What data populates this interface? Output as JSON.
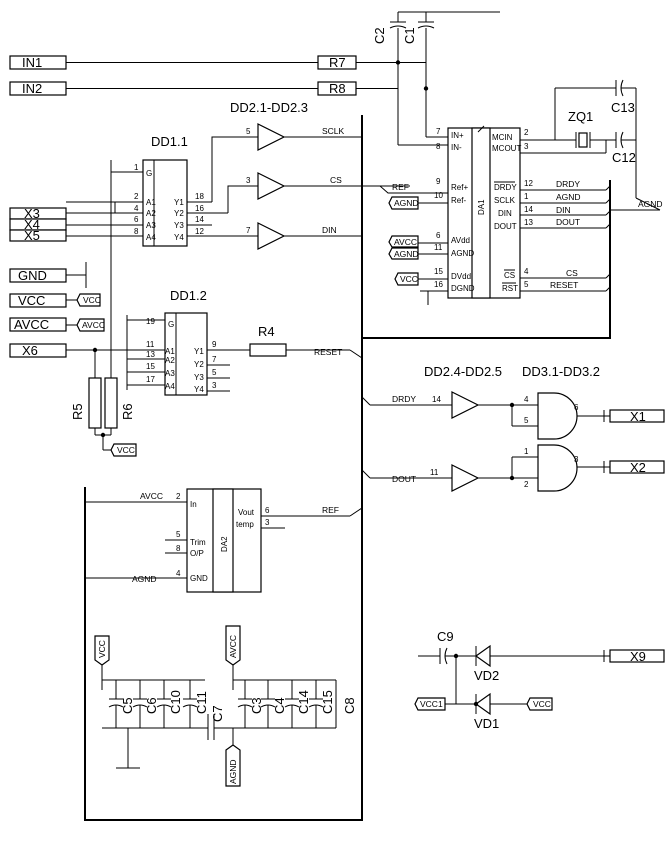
{
  "inputs": {
    "in1": "IN1",
    "in2": "IN2",
    "x3": "X3",
    "x4": "X4",
    "x5": "X5",
    "gnd": "GND",
    "vcc": "VCC",
    "avcc": "AVCC",
    "x6": "X6"
  },
  "outputs": {
    "x1": "X1",
    "x2": "X2",
    "x9": "X9"
  },
  "resistors": {
    "r4": "R4",
    "r5": "R5",
    "r6": "R6",
    "r7": "R7",
    "r8": "R8"
  },
  "caps": {
    "c1": "C1",
    "c2": "C2",
    "c3": "C3",
    "c4": "C4",
    "c5": "C5",
    "c6": "C6",
    "c7": "C7",
    "c8": "C8",
    "c9": "C9",
    "c10": "C10",
    "c11": "C11",
    "c12": "C12",
    "c13": "C13",
    "c14": "C14",
    "c15": "C15"
  },
  "crystal": "ZQ1",
  "diodes": {
    "vd1": "VD1",
    "vd2": "VD2"
  },
  "blocks": {
    "dd11": "DD1.1",
    "dd12": "DD1.2",
    "dd21": "DD2.1-DD2.3",
    "dd24": "DD2.4-DD2.5",
    "dd31": "DD3.1-DD3.2",
    "da1": "DA1",
    "da2": "DA2"
  },
  "dd11": {
    "g": "G",
    "a1": "A1",
    "a2": "A2",
    "a3": "A3",
    "a4": "A4",
    "y1": "Y1",
    "y2": "Y2",
    "y3": "Y3",
    "y4": "Y4",
    "p1": "1",
    "p2": "2",
    "p4": "4",
    "p6": "6",
    "p8": "8",
    "p18": "18",
    "p16": "16",
    "p14": "14",
    "p12": "12"
  },
  "dd12": {
    "g": "G",
    "a1": "A1",
    "a2": "A2",
    "a3": "A3",
    "a4": "A4",
    "y1": "Y1",
    "y2": "Y2",
    "y3": "Y3",
    "y4": "Y4",
    "p19": "19",
    "p11": "11",
    "p13": "13",
    "p15": "15",
    "p17": "17",
    "p9": "9",
    "p7": "7",
    "p5": "5",
    "p3": "3"
  },
  "buf_pins": {
    "p5": "5",
    "p3": "3",
    "p7": "7",
    "p14": "14",
    "p11": "11"
  },
  "gate_pins": {
    "p4": "4",
    "p5": "5",
    "p6": "6",
    "p1": "1",
    "p2": "2",
    "p3": "3"
  },
  "da1": {
    "inp": "IN+",
    "inm": "IN-",
    "refp": "Ref+",
    "refm": "Ref-",
    "avdd": "AVdd",
    "agnd": "AGND",
    "dvdd": "DVdd",
    "dgnd": "DGND",
    "mcin": "MCIN",
    "mcout": "MCOUT",
    "drdy": "DRDY",
    "sclk": "SCLK",
    "din": "DIN",
    "dout": "DOUT",
    "cs": "CS",
    "rst": "RST",
    "p7": "7",
    "p8": "8",
    "p9": "9",
    "p10": "10",
    "p6": "6",
    "p11": "11",
    "p15": "15",
    "p16": "16",
    "p2": "2",
    "p3": "3",
    "p12": "12",
    "p1": "1",
    "p14": "14",
    "p13": "13",
    "p4": "4",
    "p5": "5"
  },
  "da2": {
    "in": "In",
    "trim": "Trim",
    "op": "O/P",
    "gnd": "GND",
    "vout": "Vout",
    "temp": "temp",
    "p2": "2",
    "p5": "5",
    "p8": "8",
    "p4": "4",
    "p6": "6",
    "p3": "3"
  },
  "nets": {
    "sclk": "SCLK",
    "cs": "CS",
    "din": "DIN",
    "reset": "RESET",
    "ref": "REF",
    "agnd": "AGND",
    "avcc": "AVCC",
    "vcc": "VCC",
    "drdy": "DRDY",
    "dout": "DOUT",
    "vcc1": "VCC1"
  }
}
